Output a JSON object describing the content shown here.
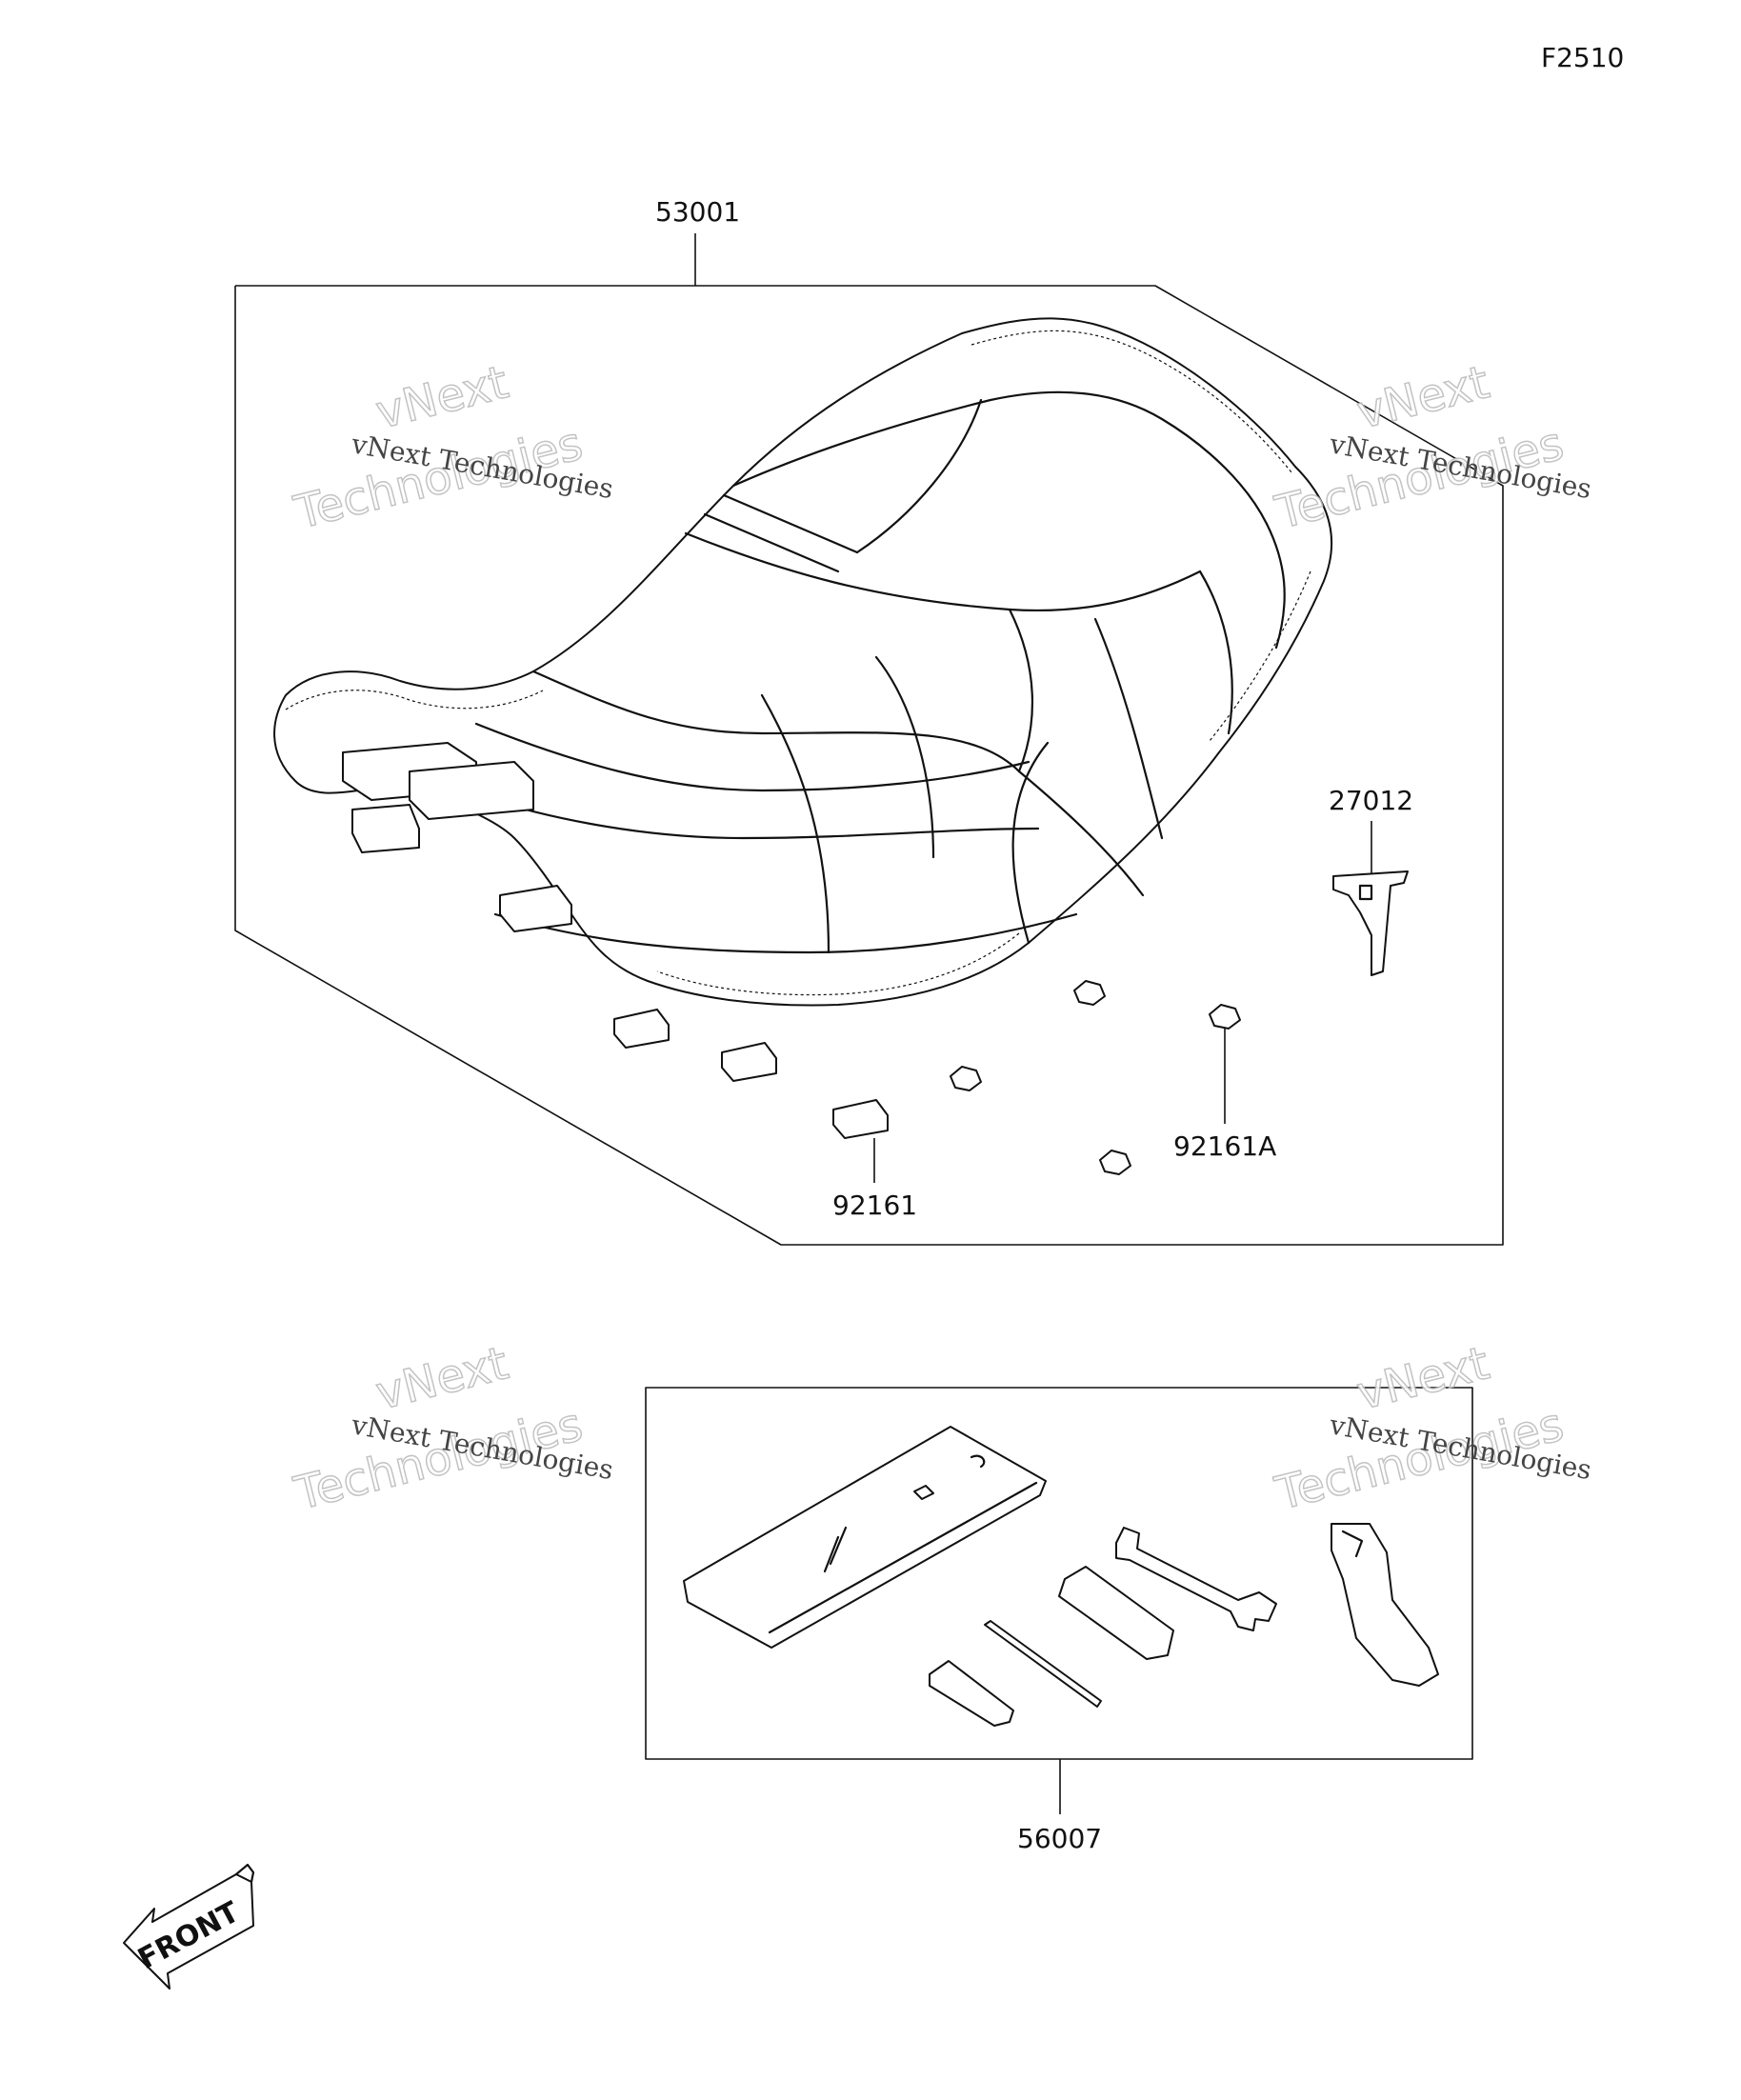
{
  "diagram_code": "F2510",
  "parts": {
    "seat_assembly": "53001",
    "cover_hook": "27012",
    "damper_pad": "92161",
    "damper_grommet": "92161A",
    "tool_kit": "56007"
  },
  "watermark": {
    "line1": "vNext Technologies",
    "line2a": "vNext",
    "line2b": "Technologies"
  },
  "direction_label": "FRONT"
}
